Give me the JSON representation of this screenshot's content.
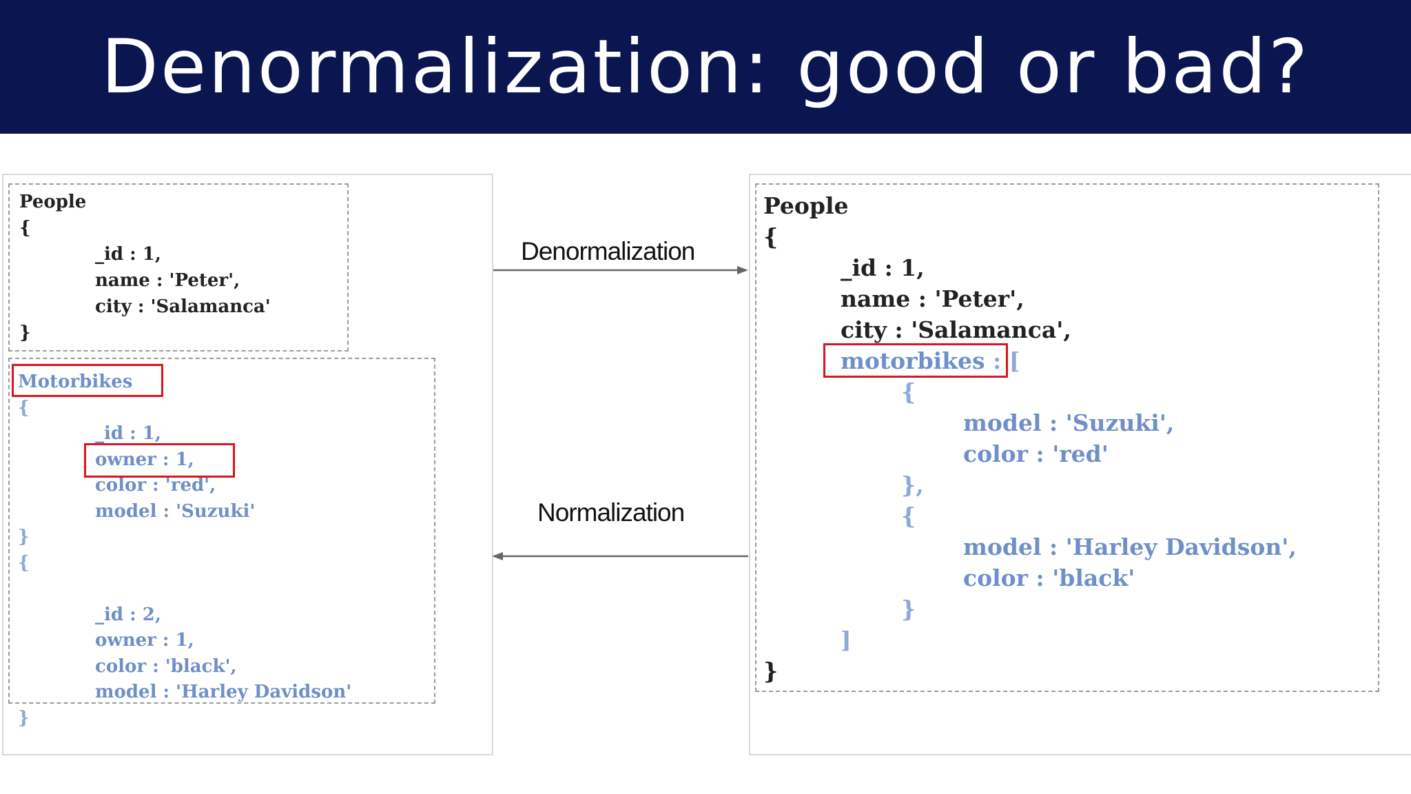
{
  "title": "Denormalization: good or bad?",
  "colors": {
    "title_bar": "#0b1650",
    "highlight_box": "#e0121a",
    "child_text": "#6f8fc9"
  },
  "arrows": {
    "top_label": "Denormalization",
    "bottom_label": "Normalization"
  },
  "left_people": {
    "lines": [
      "People",
      "{",
      "_id : 1,",
      "name : 'Peter',",
      "city : 'Salamanca'",
      "}"
    ]
  },
  "left_motorbikes": {
    "header": "Motorbikes",
    "lines": [
      "{",
      "_id : 1,",
      "owner : 1,",
      "color : 'red',",
      "model : 'Suzuki'",
      "}",
      "{",
      "_id : 2,",
      "owner : 1,",
      "color : 'black',",
      "model : 'Harley Davidson'",
      "}"
    ]
  },
  "right_people": {
    "lines": [
      "People",
      "{",
      "_id : 1,",
      "name : 'Peter',",
      "city : 'Salamanca',",
      "motorbikes",
      ": [",
      "{",
      "model : 'Suzuki',",
      "color : 'red'",
      "},",
      "{",
      "model : 'Harley Davidson',",
      "color : 'black'",
      "}",
      "]",
      "}"
    ]
  }
}
